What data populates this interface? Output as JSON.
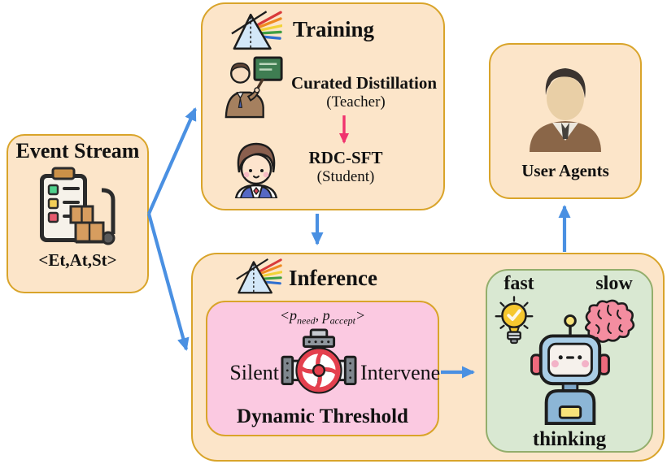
{
  "event_stream": {
    "title": "Event Stream",
    "tuple": "<Et,At,St>"
  },
  "training": {
    "title": "Training",
    "curated_distillation": "Curated Distillation",
    "teacher_label": "(Teacher)",
    "rdc_sft": "RDC-SFT",
    "student_label": "(Student)"
  },
  "user_agents": {
    "title": "User Agents"
  },
  "inference": {
    "title": "Inference",
    "threshold": {
      "tuple_open": "<",
      "p": "p",
      "need": "need",
      "sep": ", ",
      "accept": "accept",
      "tuple_close": ">",
      "silent": "Silent",
      "intervene": "Intervene",
      "title": "Dynamic Threshold"
    },
    "thinking": {
      "fast": "fast",
      "slow": "slow",
      "title": "thinking"
    }
  },
  "icons": {
    "clipboard_handtruck": "clipboard checklist with hand truck of boxes",
    "prism": "prism splitting light into rainbow spectrum",
    "teacher": "teacher pointing at blackboard",
    "student": "student boy",
    "user_avatar": "male user avatar",
    "valve": "pipe valve with red wheel",
    "lightbulb_check": "lightbulb with checkmark",
    "brain": "pink brain",
    "robot": "cute blue robot"
  },
  "colors": {
    "box_fill": "#FCE5C9",
    "box_border": "#D9A42A",
    "pink_fill": "#FBC9E1",
    "green_fill": "#D9E8D2",
    "green_border": "#93AE6C",
    "arrow_blue": "#4A90E2",
    "arrow_red": "#F0336E"
  },
  "edges": [
    {
      "from": "event-stream",
      "to": "training",
      "color": "#4A90E2"
    },
    {
      "from": "event-stream",
      "to": "inference",
      "color": "#4A90E2"
    },
    {
      "from": "training",
      "to": "inference",
      "color": "#4A90E2"
    },
    {
      "from": "inference",
      "to": "user-agents",
      "color": "#4A90E2"
    },
    {
      "from": "dynamic-threshold",
      "to": "thinking",
      "color": "#4A90E2"
    },
    {
      "from": "teacher",
      "to": "student",
      "color": "#F0336E"
    }
  ]
}
